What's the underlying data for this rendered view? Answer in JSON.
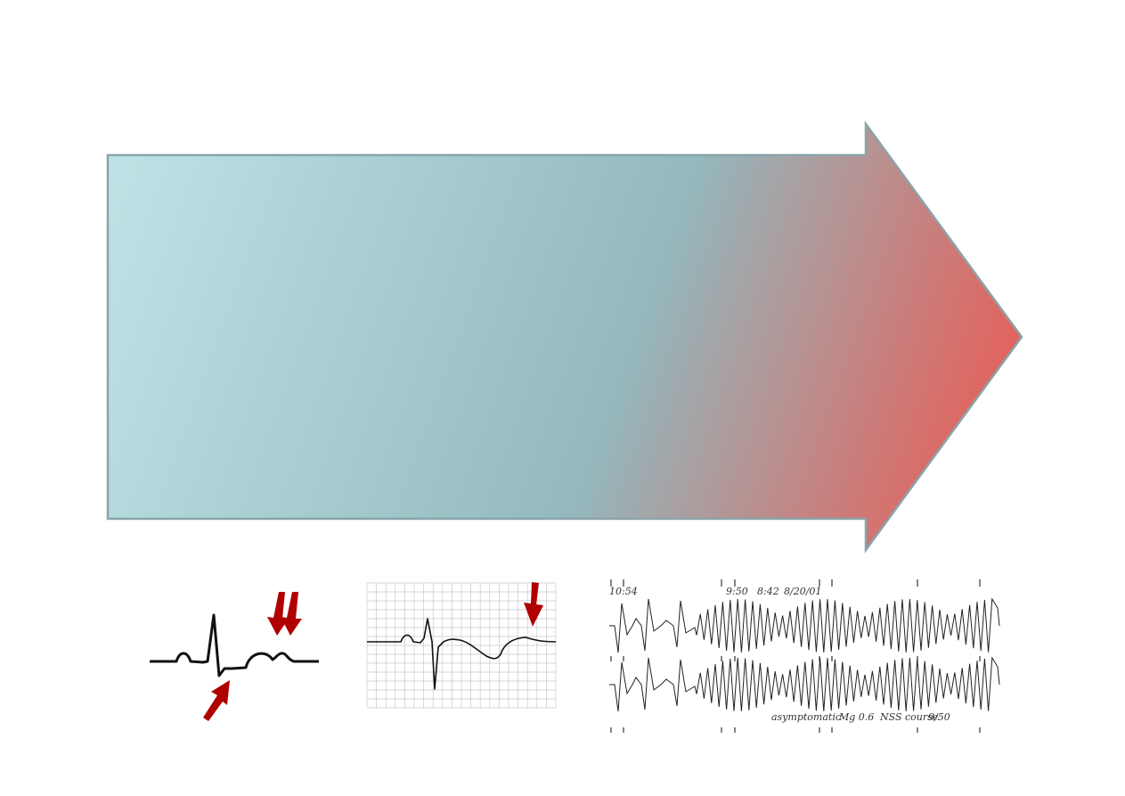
{
  "colors": {
    "arrow_start": "#bde3e6",
    "arrow_mid": "#93b8bd",
    "arrow_end": "#ea5b54",
    "arrow_stroke": "#8aa4a9",
    "marker_arrow": "#b00000",
    "ecg_trace": "#111111",
    "grid_line": "#c8c8c8"
  },
  "icons": {
    "progress_arrow": "right-arrow-icon",
    "marker": "red-arrow-icon"
  },
  "ecg_panels": [
    {
      "name": "ecg-normal-complex"
    },
    {
      "name": "ecg-gridded-strip"
    },
    {
      "name": "ecg-two-lead-rhythm-strip"
    }
  ],
  "strip_annotations": {
    "top": [
      "10:54",
      "9:50",
      "8:42",
      "8/20/01"
    ],
    "bottom": [
      "asymptomatic",
      "Mg 0.6",
      "NSS course",
      "9/50"
    ]
  }
}
